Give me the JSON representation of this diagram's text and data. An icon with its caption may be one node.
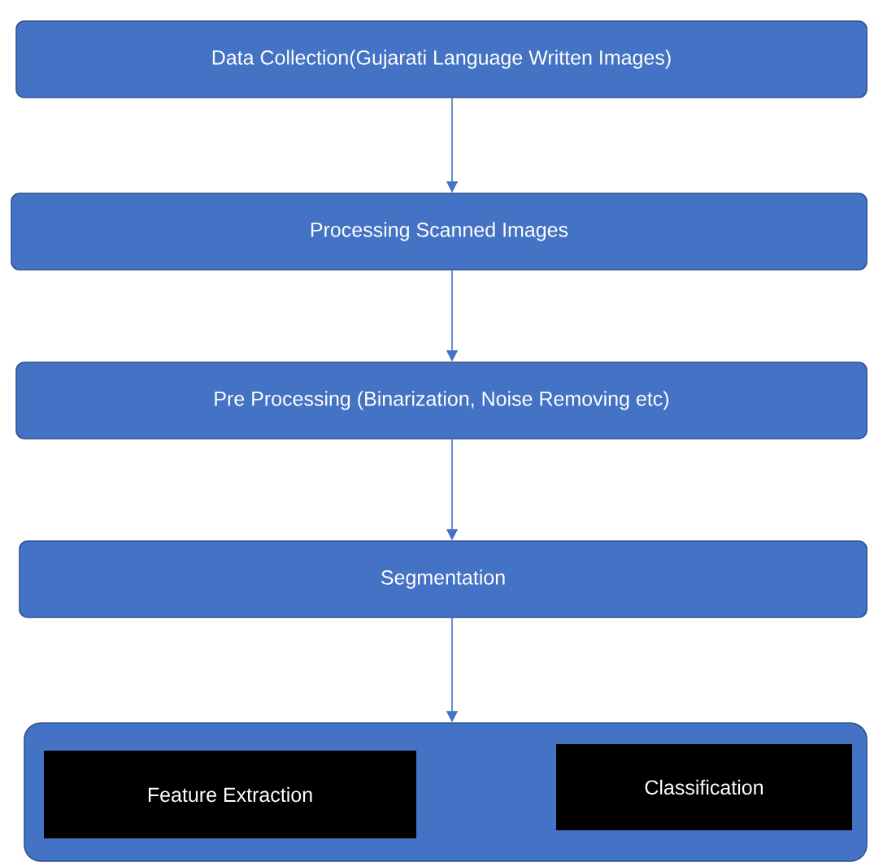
{
  "diagram": {
    "nodes": [
      {
        "text": [
          "Data Collection(Gujarati Language Written Images)"
        ]
      },
      {
        "text": [
          "Processing Scanned Images"
        ]
      },
      {
        "text": [
          "Pre Processing (Binarization, Noise Removing etc)"
        ]
      },
      {
        "text": [
          "Segmentation"
        ]
      },
      {
        "text": [],
        "shape": "box"
      },
      {
        "text": [
          "Feature Extraction"
        ],
        "in": 4
      },
      {
        "text": [
          "Classification"
        ],
        "in": 4
      }
    ],
    "edges": [
      {
        "from": 0,
        "to": 1,
        "arrow": "to"
      },
      {
        "from": 1,
        "to": 2,
        "arrow": "to"
      },
      {
        "from": 2,
        "to": 3,
        "arrow": "to"
      },
      {
        "from": 3,
        "to": 4,
        "arrow": "to"
      }
    ]
  }
}
